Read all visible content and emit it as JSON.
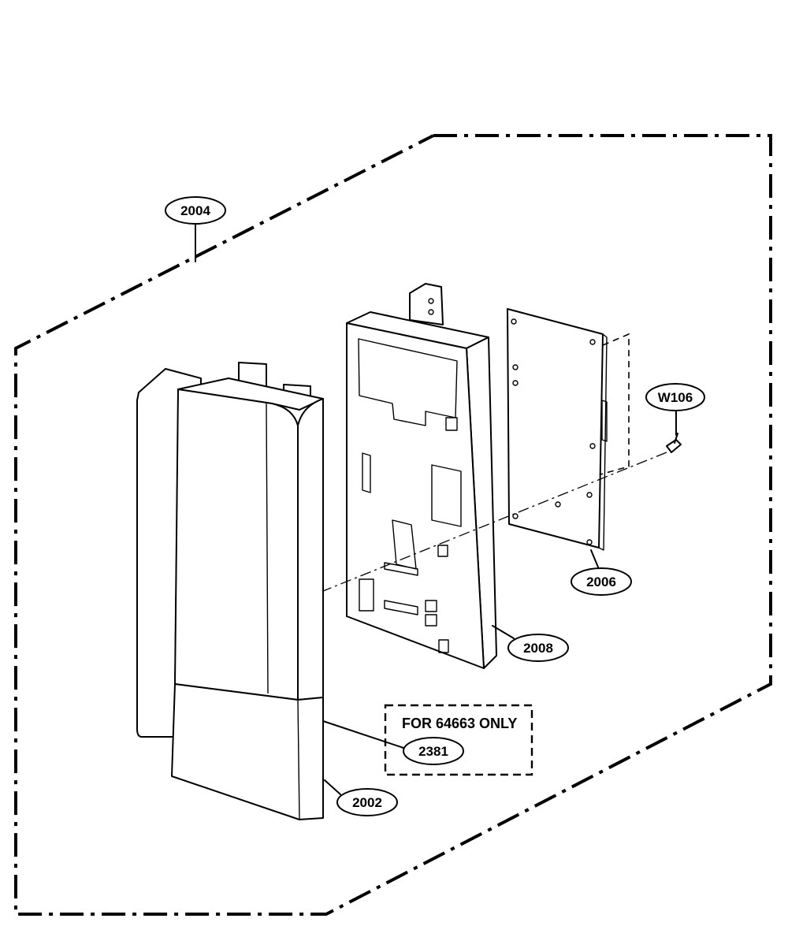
{
  "callouts": {
    "assembly": "2004",
    "screw": "W106",
    "pcb": "2006",
    "frame": "2008",
    "part_2381": "2381",
    "door": "2002"
  },
  "note": "FOR 64663 ONLY"
}
